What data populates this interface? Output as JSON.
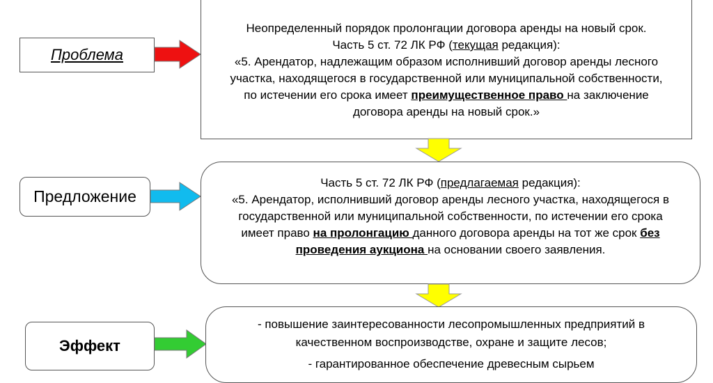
{
  "colors": {
    "red_arrow": "#ee1111",
    "blue_arrow": "#11bbee",
    "green_arrow": "#33cc33",
    "yellow_arrow": "#ffff00"
  },
  "problem": {
    "label": "Проблема",
    "line1": "Неопределенный порядок пролонгации договора аренды на новый срок.",
    "line2_a": "Часть 5 ст. 72 ЛК РФ (",
    "line2_u": "текущая",
    "line2_b": " редакция):",
    "body_a": "«5. Арендатор, надлежащим образом исполнивший договор аренды лесного участка, находящегося в государственной или муниципальной собственности, по истечении его срока имеет ",
    "body_bold": "преимущественное право ",
    "body_b": "на заключение договора аренды на новый срок.»"
  },
  "proposal": {
    "label": "Предложение",
    "line1_a": "Часть 5 ст. 72 ЛК РФ (",
    "line1_u": "предлагаемая",
    "line1_b": " редакция):",
    "body_a": "«5. Арендатор, исполнивший договор аренды лесного участка, находящегося в государственной или муниципальной собственности, по истечении его срока имеет право ",
    "bold1": "на пролонгацию ",
    "body_b": "данного договора аренды на тот же срок ",
    "bold2": "без проведения аукциона ",
    "body_c": "на основании своего заявления."
  },
  "effect": {
    "label": "Эффект",
    "item1": "- повышение заинтересованности лесопромышленных предприятий в качественном воспроизводстве, охране и защите лесов;",
    "item2": "- гарантированное обеспечение древесным сырьем"
  }
}
